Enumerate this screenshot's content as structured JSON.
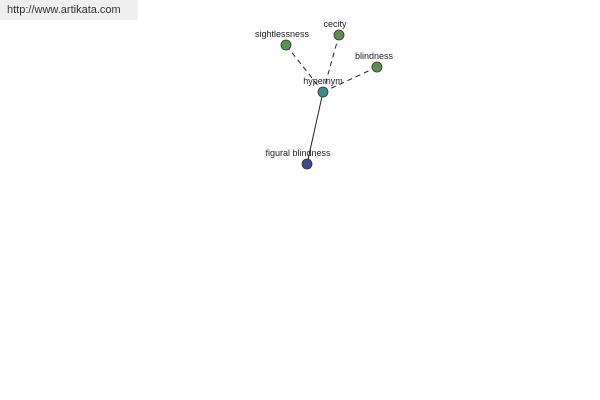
{
  "banner": {
    "url": "http://www.artikata.com"
  },
  "graph": {
    "nodes": {
      "center": {
        "label": "hypernym",
        "color": "#3c8c8c"
      },
      "sightlessness": {
        "label": "sightlessness",
        "color": "#5b8f4e"
      },
      "cecity": {
        "label": "cecity",
        "color": "#5b8f4e"
      },
      "blindness": {
        "label": "blindness",
        "color": "#5b8f4e"
      },
      "figural": {
        "label": "figural blindness",
        "color": "#3e4a8f"
      }
    },
    "edges": [
      {
        "from": "center",
        "to": "sightlessness",
        "style": "dashed"
      },
      {
        "from": "center",
        "to": "cecity",
        "style": "dashed"
      },
      {
        "from": "center",
        "to": "blindness",
        "style": "dashed"
      },
      {
        "from": "center",
        "to": "figural",
        "style": "solid"
      }
    ]
  }
}
